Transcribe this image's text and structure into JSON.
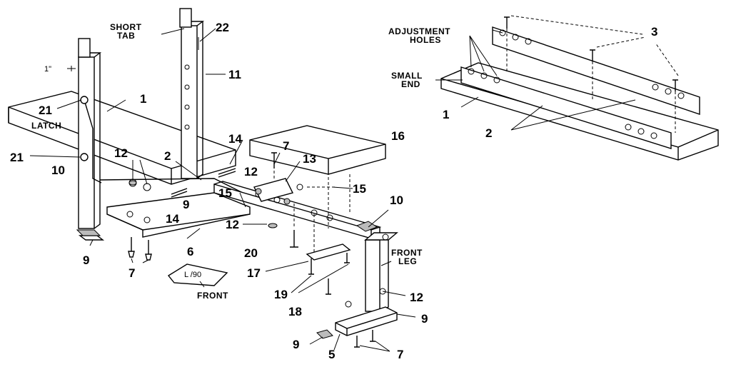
{
  "callouts": {
    "c1a": "1",
    "c1b": "1",
    "c2a": "2",
    "c2b": "2",
    "c3": "3",
    "c5": "5",
    "c6": "6",
    "c7a": "7",
    "c7b": "7",
    "c7c": "7",
    "c9a": "9",
    "c9b": "9",
    "c9c": "9",
    "c9d": "9",
    "c10a": "10",
    "c10b": "10",
    "c11": "11",
    "c12a": "12",
    "c12b": "12",
    "c12c": "12",
    "c12d": "12",
    "c13": "13",
    "c14a": "14",
    "c14b": "14",
    "c15a": "15",
    "c15b": "15",
    "c16": "16",
    "c17": "17",
    "c18": "18",
    "c19": "19",
    "c20": "20",
    "c21a": "21",
    "c21b": "21",
    "c22": "22"
  },
  "labels": {
    "short_tab_1": "SHORT",
    "short_tab_2": "TAB",
    "latch": "LATCH",
    "one_inch": "1\"",
    "adjustment_1": "ADJUSTMENT",
    "adjustment_2": "HOLES",
    "small_1": "SMALL",
    "small_2": "END",
    "front_leg_1": "FRONT",
    "front_leg_2": "LEG",
    "front": "FRONT",
    "part_code": "L /90"
  }
}
